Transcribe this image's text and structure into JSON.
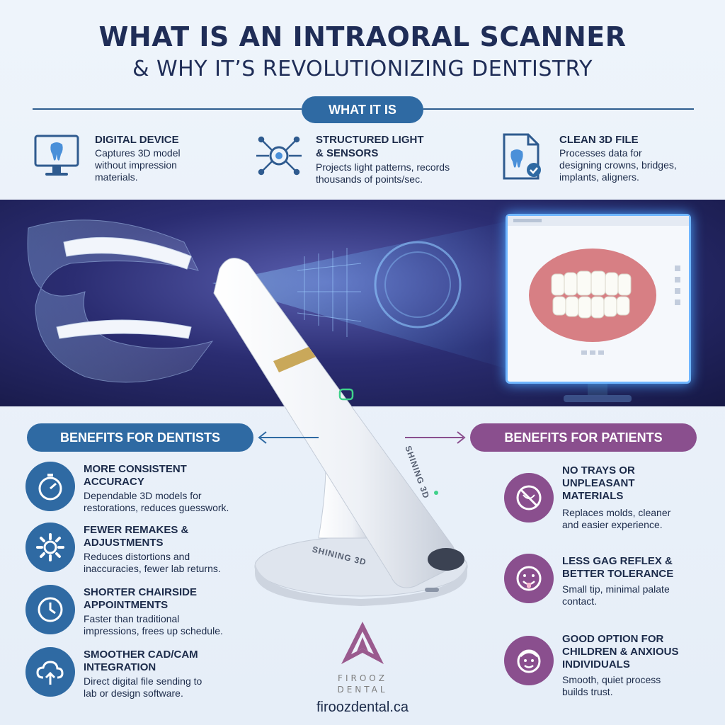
{
  "header": {
    "title_line1": "WHAT IS AN INTRAORAL SCANNER",
    "title_line2": "& WHY IT’S REVOLUTIONIZING DENTISTRY"
  },
  "what_it_is": {
    "label": "WHAT IT IS",
    "items": [
      {
        "title_l1": "DIGITAL DEVICE",
        "title_l2": "",
        "text": [
          "Captures 3D model",
          "without impression",
          "materials."
        ],
        "icon": "monitor-tooth-icon"
      },
      {
        "title_l1": "STRUCTURED LIGHT",
        "title_l2": "& SENSORS",
        "text": [
          "Projects light patterns, records",
          "thousands of points/sec."
        ],
        "icon": "light-sensor-icon"
      },
      {
        "title_l1": "CLEAN 3D FILE",
        "title_l2": "",
        "text": [
          "Processes data for",
          "designing crowns, bridges,",
          "implants, aligners."
        ],
        "icon": "file-tooth-icon"
      }
    ]
  },
  "device": {
    "brand": "SHINING 3D"
  },
  "dentists": {
    "label": "BENEFITS FOR DENTISTS",
    "items": [
      {
        "title": [
          "MORE CONSISTENT",
          "ACCURACY"
        ],
        "text": [
          "Dependable 3D models for",
          "restorations, reduces guesswork."
        ],
        "icon": "stopwatch-icon"
      },
      {
        "title": [
          "FEWER REMAKES &",
          "ADJUSTMENTS"
        ],
        "text": [
          "Reduces distortions and",
          "inaccuracies, fewer lab returns."
        ],
        "icon": "gear-icon"
      },
      {
        "title": [
          "SHORTER CHAIRSIDE",
          "APPOINTMENTS"
        ],
        "text": [
          "Faster than traditional",
          "impressions, frees up schedule."
        ],
        "icon": "clock-icon"
      },
      {
        "title": [
          "SMOOTHER CAD/CAM",
          "INTEGRATION"
        ],
        "text": [
          "Direct digital file sending to",
          "lab or design software."
        ],
        "icon": "cloud-upload-icon"
      }
    ]
  },
  "patients": {
    "label": "BENEFITS FOR PATIENTS",
    "items": [
      {
        "title": [
          "NO TRAYS OR",
          "UNPLEASANT",
          "MATERIALS"
        ],
        "text": [
          "Replaces molds, cleaner",
          "and easier experience."
        ],
        "icon": "no-tray-icon"
      },
      {
        "title": [
          "LESS GAG REFLEX &",
          "BETTER TOLERANCE"
        ],
        "text": [
          "Small tip, minimal palate",
          "contact."
        ],
        "icon": "face-tongue-icon"
      },
      {
        "title": [
          "GOOD OPTION FOR",
          "CHILDREN & ANXIOUS",
          "INDIVIDUALS"
        ],
        "text": [
          "Smooth, quiet process",
          "builds trust."
        ],
        "icon": "child-face-icon"
      }
    ]
  },
  "footer": {
    "logo_line1": "FIROOZ",
    "logo_line2": "DENTAL",
    "website": "firoozdental.ca"
  },
  "colors": {
    "navy": "#1f2d57",
    "blue": "#2f6aa3",
    "purple": "#8a4f8e",
    "band": "#2b2d72"
  }
}
